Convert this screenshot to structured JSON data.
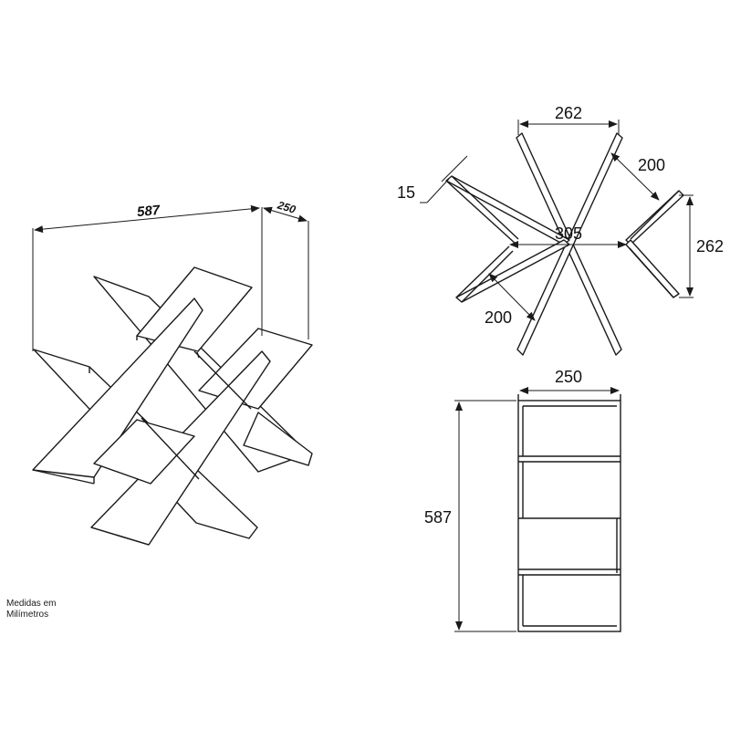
{
  "iso_view": {
    "width_label": "587",
    "depth_label": "250"
  },
  "front_view": {
    "panel_width": "262",
    "shelf_spacing_top": "200",
    "thickness": "15",
    "center_span": "305",
    "height": "262",
    "shelf_spacing_bottom": "200"
  },
  "side_view": {
    "depth": "250",
    "height": "587"
  },
  "note": {
    "line1": "Medidas em",
    "line2": "Milímetros"
  },
  "colors": {
    "line": "#1a1a1a",
    "panel_fill": "#ffffff",
    "background": "#ffffff"
  }
}
